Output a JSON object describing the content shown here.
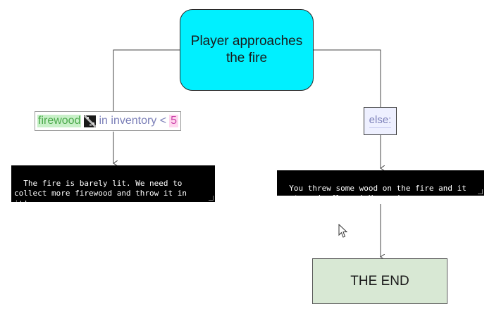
{
  "start_node": {
    "label": "Player approaches the fire"
  },
  "condition": {
    "variable": "firewood",
    "icon": "firewood-item-icon",
    "operator_text": "in inventory <",
    "value": "5"
  },
  "else_node": {
    "label": "else:"
  },
  "text_left": {
    "content": "The fire is barely lit. We need to\ncollect more firewood and throw it in\nit!"
  },
  "text_right": {
    "content": "You threw some wood on the fire and it\nwent up in flames! Hooray!"
  },
  "end_node": {
    "label": "THE END"
  },
  "colors": {
    "start_fill": "#00f0ff",
    "end_fill": "#d8e8d4",
    "variable_highlight": "#c8f0c8",
    "number_highlight": "#ffd6ee",
    "operator_text": "#7b7fb8",
    "text_node_bg": "#000000"
  }
}
